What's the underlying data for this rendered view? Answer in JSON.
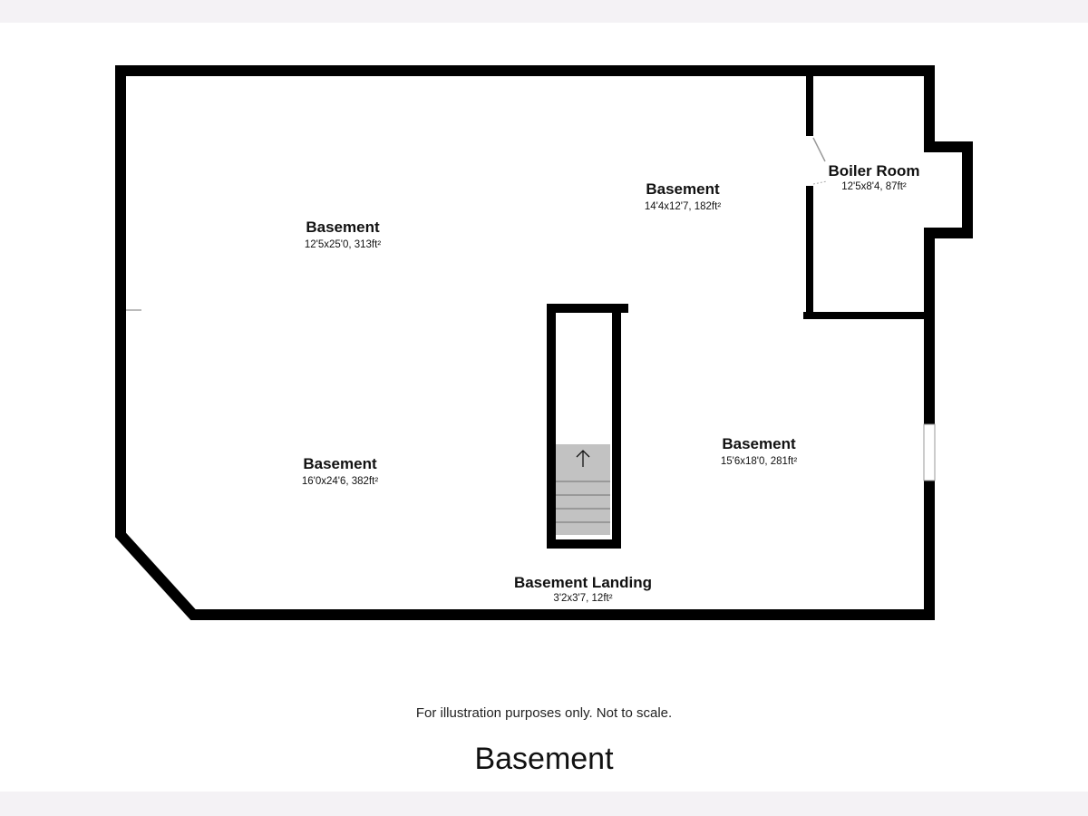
{
  "rooms": [
    {
      "name": "Basement",
      "dims": "12'5x25'0, 313ft²"
    },
    {
      "name": "Basement",
      "dims": "14'4x12'7, 182ft²"
    },
    {
      "name": "Boiler Room",
      "dims": "12'5x8'4, 87ft²"
    },
    {
      "name": "Basement",
      "dims": "16'0x24'6, 382ft²"
    },
    {
      "name": "Basement",
      "dims": "15'6x18'0, 281ft²"
    },
    {
      "name": "Basement Landing",
      "dims": "3'2x3'7, 12ft²"
    }
  ],
  "disclaimer": "For illustration purposes only. Not to scale.",
  "floor_title": "Basement",
  "stairs_direction": "up"
}
